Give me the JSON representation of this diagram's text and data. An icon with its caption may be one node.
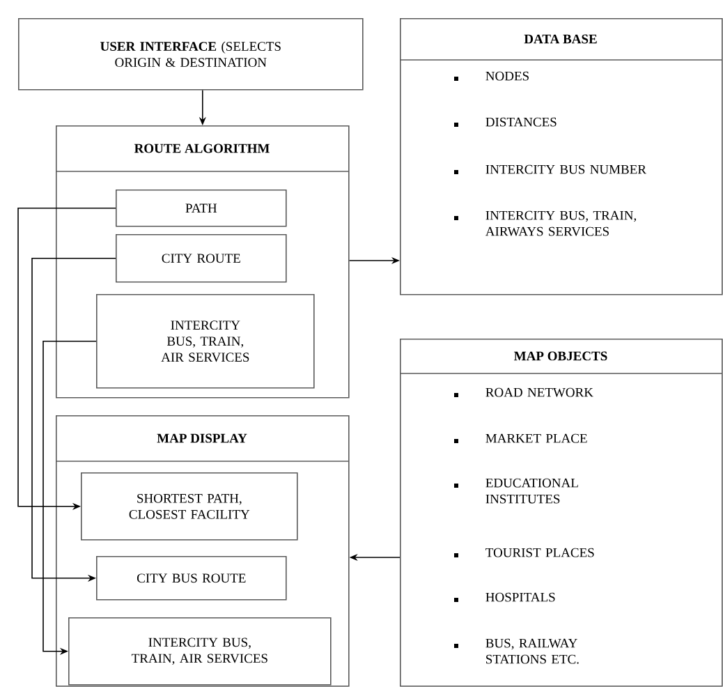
{
  "diagram": {
    "nodes": [
      {
        "text": [
          "**USER INTERFACE** (SELECTS ORIGIN & DESTINATION"
        ]
      },
      {
        "text": [
          "ROUTE ALGORITHM"
        ]
      },
      {
        "text": [
          "PATH"
        ],
        "in": 1
      },
      {
        "text": [
          "CITY ROUTE"
        ],
        "in": 1
      },
      {
        "text": [
          "INTERCITY BUS, TRAIN, AIR SERVICES"
        ],
        "in": 1
      },
      {
        "text": [
          "DATA BASE",
          "NODES",
          "DISTANCES",
          "INTERCITY BUS NUMBER",
          "INTERCITY BUS, TRAIN, AIRWAYS SERVICES"
        ]
      },
      {
        "text": [
          "MAP DISPLAY"
        ]
      },
      {
        "text": [
          "SHORTEST PATH, CLOSEST FACILITY"
        ],
        "in": 6
      },
      {
        "text": [
          "CITY BUS ROUTE"
        ],
        "in": 6
      },
      {
        "text": [
          "INTERCITY BUS, TRAIN, AIR SERVICES"
        ],
        "in": 6
      },
      {
        "text": [
          "MAP OBJECTS",
          "ROAD NETWORK",
          "MARKET PLACE",
          "EDUCATIONAL INSTITUTES",
          "TOURIST PLACES",
          "HOSPITALS",
          "BUS, RAILWAY STATIONS ETC."
        ]
      }
    ],
    "edges": [
      {
        "from": 0,
        "to": 1,
        "arrow": "to"
      },
      {
        "from": 1,
        "to": 5,
        "arrow": "to"
      },
      {
        "from": 10,
        "to": 6,
        "arrow": "to"
      },
      {
        "from": 2,
        "to": 7,
        "arrow": "to"
      },
      {
        "from": 3,
        "to": 8,
        "arrow": "to"
      },
      {
        "from": 4,
        "to": 9,
        "arrow": "to"
      }
    ]
  }
}
